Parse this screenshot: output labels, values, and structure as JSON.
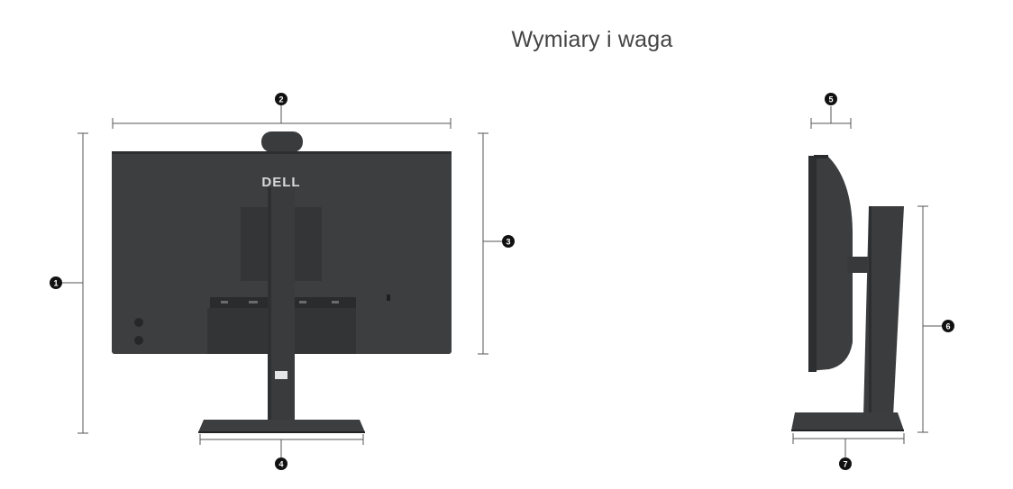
{
  "title": "Wymiary i waga",
  "logo_text": "DELL",
  "callouts": [
    "1",
    "2",
    "3",
    "4",
    "5",
    "6",
    "7"
  ],
  "colors": {
    "background": "#ffffff",
    "monitor": "#3b3c3e",
    "monitor_dark": "#2b2c2e",
    "dimension_line": "#555555",
    "badge": "#111111"
  }
}
